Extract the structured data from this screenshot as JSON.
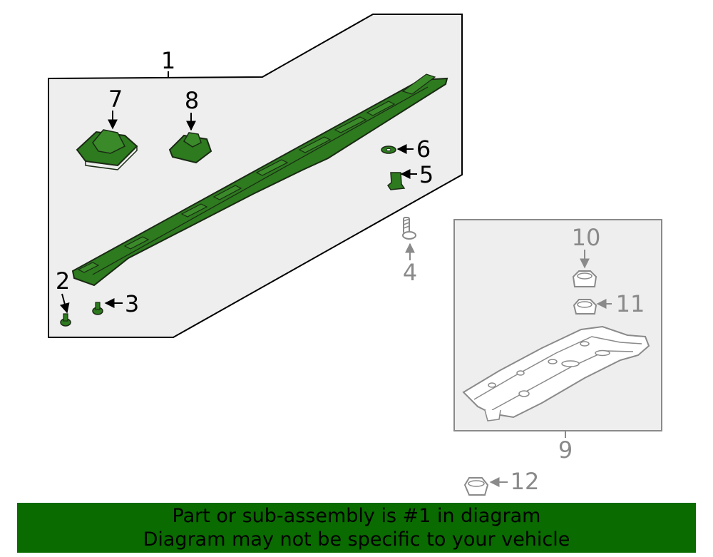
{
  "colors": {
    "highlight_fill": "#2d7a1f",
    "highlight_stroke": "#1a2a14",
    "panel_fill": "#eeeeee",
    "grey_part": "#8a8a8a",
    "banner_bg": "#0a6b00"
  },
  "callouts": {
    "c1": "1",
    "c2": "2",
    "c3": "3",
    "c4": "4",
    "c5": "5",
    "c6": "6",
    "c7": "7",
    "c8": "8",
    "c9": "9",
    "c10": "10",
    "c11": "11",
    "c12": "12"
  },
  "banner": {
    "line1": "Part or sub-assembly is #1 in diagram",
    "line2": "Diagram may not be specific to your vehicle"
  }
}
